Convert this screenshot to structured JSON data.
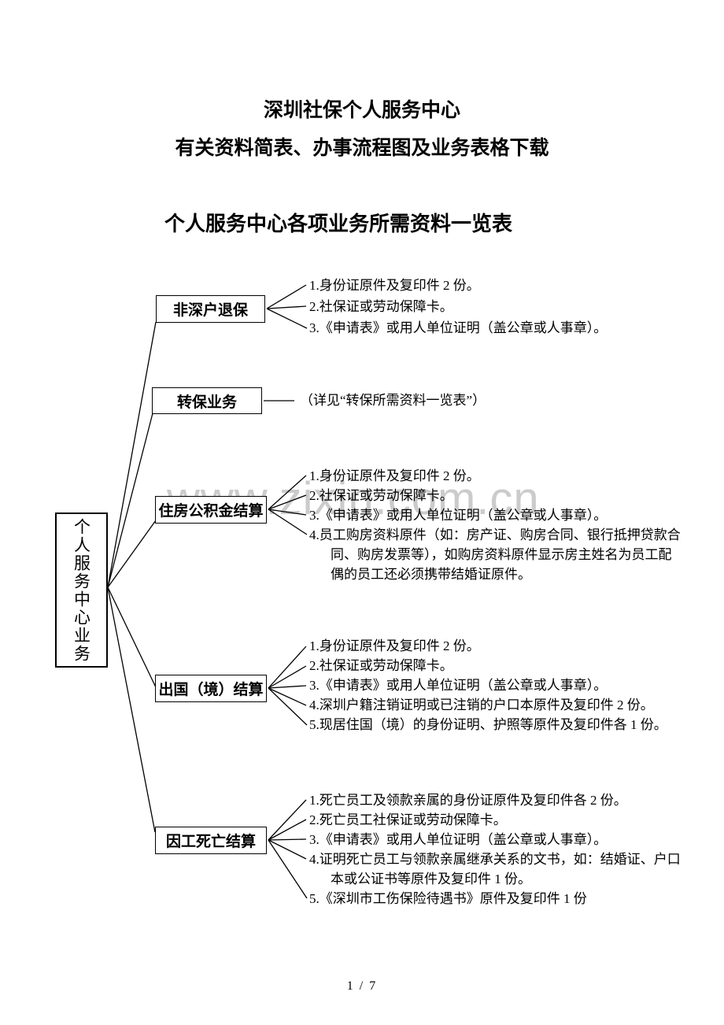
{
  "page": {
    "title_line1": "深圳社保个人服务中心",
    "title_line2": "有关资料简表、办事流程图及业务表格下载",
    "section_title": "个人服务中心各项业务所需资料一览表",
    "watermark": "www.zixin.com.cn",
    "page_number": "1 / 7"
  },
  "diagram": {
    "root_label": "个人服务中心业务",
    "branches": [
      {
        "label": "非深户退保",
        "items": [
          "1.身份证原件及复印件 2 份。",
          "2.社保证或劳动保障卡。",
          "3.《申请表》或用人单位证明（盖公章或人事章）。"
        ]
      },
      {
        "label": "转保业务",
        "items": [
          "（详见“转保所需资料一览表”）"
        ]
      },
      {
        "label": "住房公积金结算",
        "items": [
          "1.身份证原件及复印件 2 份。",
          "2.社保证或劳动保障卡。",
          "3.《申请表》或用人单位证明（盖公章或人事章）。",
          "4.员工购房资料原件（如：房产证、购房合同、银行抵押贷款合同、购房发票等），如购房资料原件显示房主姓名为员工配偶的员工还必须携带结婚证原件。"
        ]
      },
      {
        "label": "出国（境）结算",
        "items": [
          "1.身份证原件及复印件 2 份。",
          "2.社保证或劳动保障卡。",
          "3.《申请表》或用人单位证明（盖公章或人事章）。",
          "4.深圳户籍注销证明或已注销的户口本原件及复印件 2 份。",
          "5.现居住国（境）的身份证明、护照等原件及复印件各 1 份。"
        ]
      },
      {
        "label": "因工死亡结算",
        "items": [
          "1.死亡员工及领款亲属的身份证原件及复印件各 2 份。",
          "2.死亡员工社保证或劳动保障卡。",
          "3.《申请表》或用人单位证明（盖公章或人事章）。",
          "4.证明死亡员工与领款亲属继承关系的文书，如：结婚证、户口本或公证书等原件及复印件 1 份。",
          "5.《深圳市工伤保险待遇书》原件及复印件 1 份"
        ]
      }
    ]
  },
  "colors": {
    "text": "#000000",
    "line": "#000000",
    "watermark": "#cbcbcb",
    "background": "#ffffff"
  }
}
